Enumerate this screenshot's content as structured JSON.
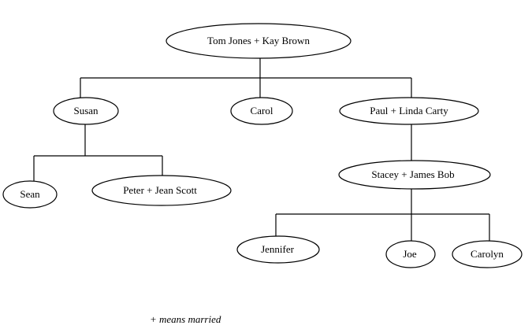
{
  "nodes": {
    "tom_kay": "Tom Jones + Kay Brown",
    "susan": "Susan",
    "carol": "Carol",
    "paul_linda": "Paul + Linda Carty",
    "sean": "Sean",
    "peter_jean": "Peter + Jean Scott",
    "stacey_james": "Stacey + James Bob",
    "jennifer": "Jennifer",
    "joe": "Joe",
    "carolyn": "Carolyn"
  },
  "legend": "+ means married"
}
